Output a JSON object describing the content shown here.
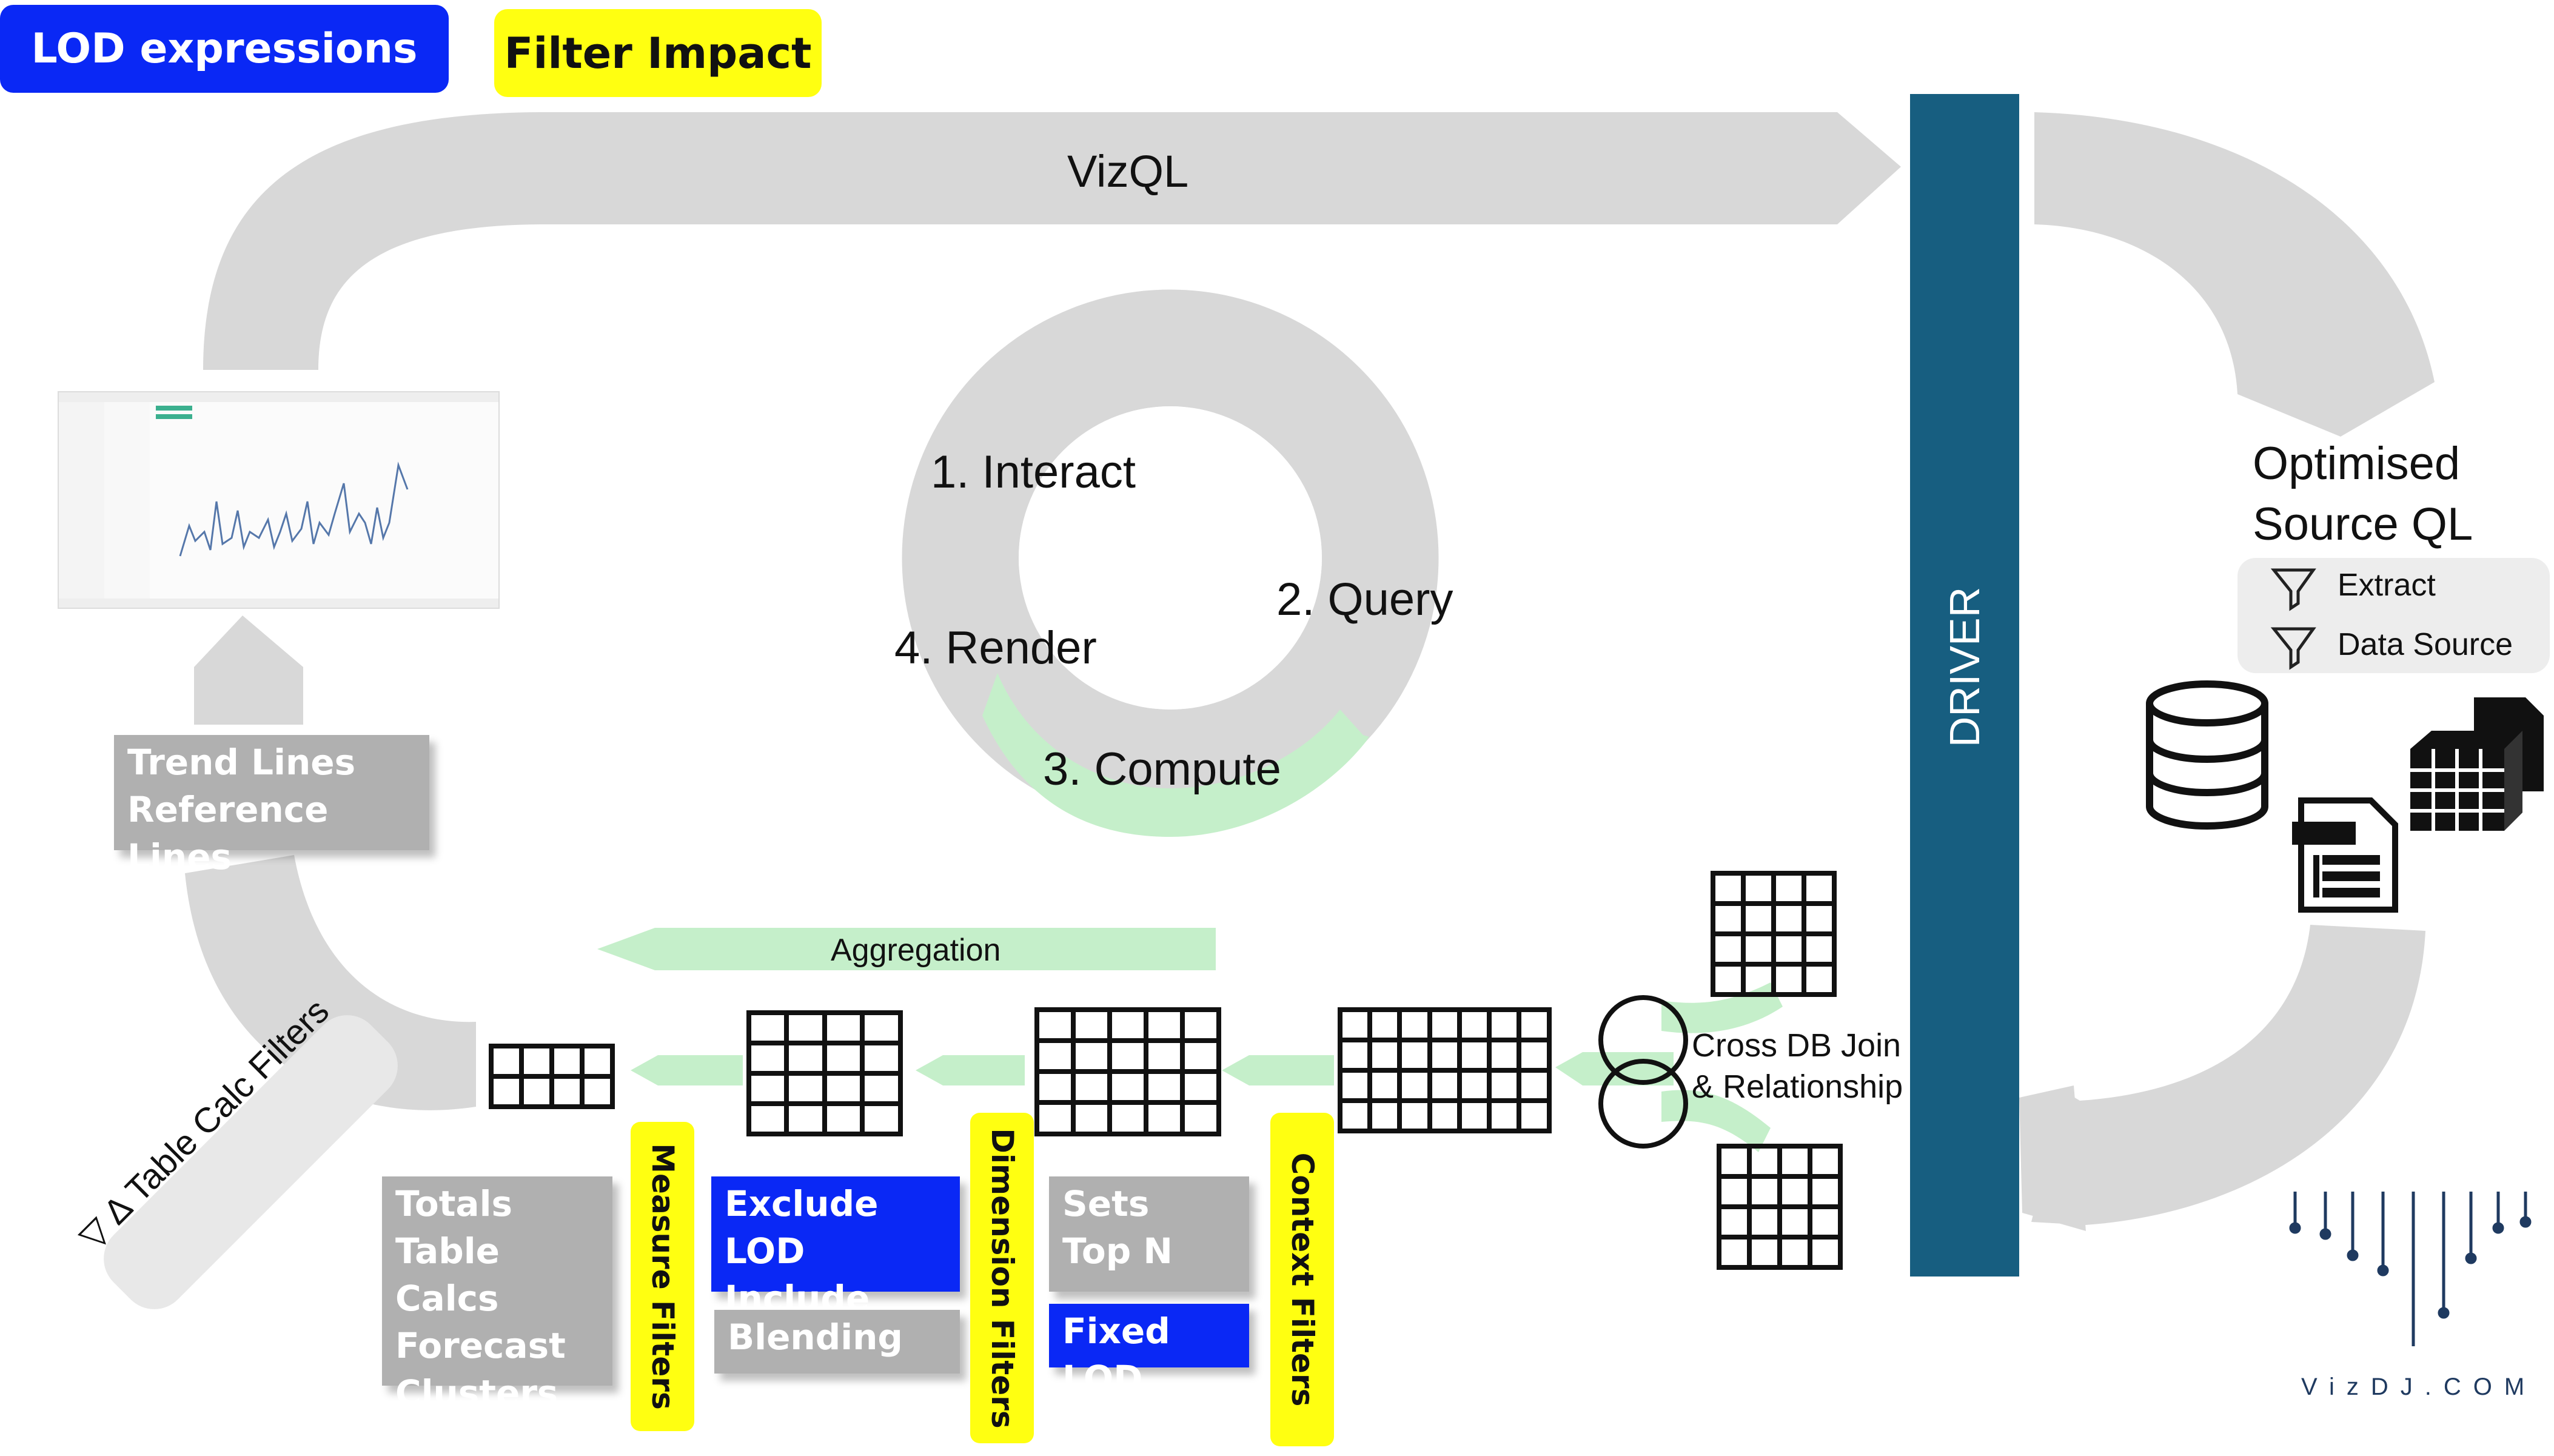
{
  "header": {
    "lod_label": "LOD expressions",
    "filter_label": "Filter Impact"
  },
  "flow": {
    "vizql": "VizQL",
    "driver": "DRIVER",
    "optimised_line1": "Optimised",
    "optimised_line2": "Source QL",
    "extract": "Extract",
    "data_source": "Data Source",
    "cross_db_line1": "Cross DB Join",
    "cross_db_line2": "& Relationship",
    "aggregation": "Aggregation"
  },
  "cycle": {
    "interact": "1. Interact",
    "query": "2. Query",
    "compute": "3. Compute",
    "render": "4. Render"
  },
  "boxes": {
    "trend_lines": "Trend Lines",
    "reference_lines": "Reference Lines",
    "totals": "Totals",
    "table_calcs": "Table Calcs",
    "forecast": "Forecast",
    "clusters": "Clusters",
    "exclude_lod": "Exclude LOD",
    "include_lod": "Include LOD",
    "blending": "Blending",
    "sets": "Sets",
    "top_n": "Top N",
    "fixed_lod": "Fixed LOD"
  },
  "filters": {
    "measure": "Measure Filters",
    "dimension": "Dimension Filters",
    "context": "Context Filters",
    "table_calc": "Table Calc Filters"
  },
  "brand": "VizDJ.COM",
  "colors": {
    "arrow_gray": "#d8d8d8",
    "green": "#c5efca",
    "blue": "#0a28f5",
    "yellow": "#ffff11",
    "driver": "#175e80",
    "box_gray": "#b0b0b0"
  }
}
